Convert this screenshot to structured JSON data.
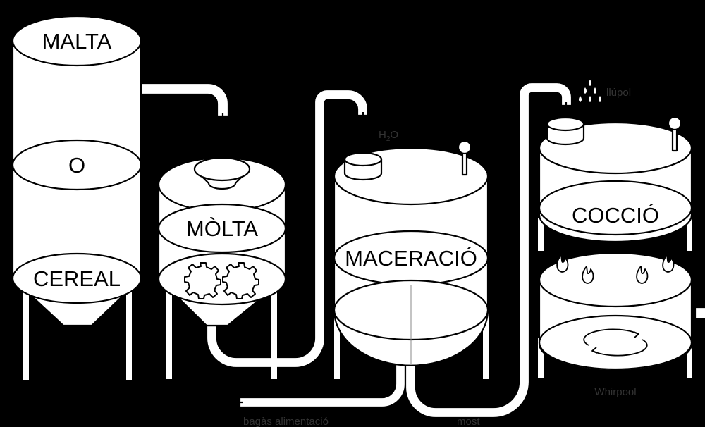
{
  "diagram": {
    "silo": {
      "labels": [
        "MALTA",
        "O",
        "CEREAL"
      ]
    },
    "mill": {
      "label": "MÒLTA"
    },
    "mash_tun": {
      "label": "MACERACIÓ",
      "water_label": "H",
      "water_sub": "2",
      "water_tail": "O"
    },
    "boil_kettle": {
      "label": "COCCIÓ",
      "hops_label": "llúpol"
    },
    "whirlpool": {
      "label": "Whirpool"
    },
    "outputs": {
      "spent_grain": "bagàs alimentació",
      "wort": "most"
    },
    "colors": {
      "background": "#000000",
      "vessel": "#ffffff",
      "stroke": "#000000",
      "caption": "#333333"
    }
  }
}
